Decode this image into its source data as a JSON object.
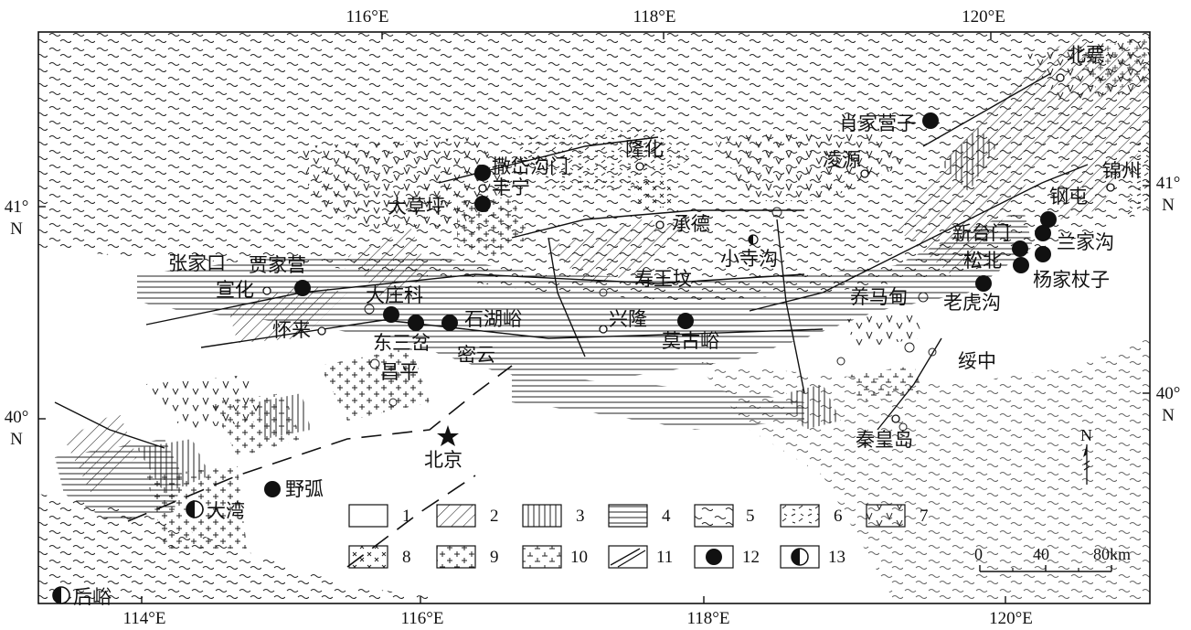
{
  "coordinates": {
    "top": [
      "116°E",
      "118°E",
      "120°E"
    ],
    "bottom": [
      "114°E",
      "116°E",
      "118°E",
      "120°E"
    ],
    "left": [
      "41°",
      "N",
      "40°",
      "N"
    ],
    "right": [
      "41°",
      "N",
      "40°",
      "N"
    ]
  },
  "places": {
    "beipiao": "北票",
    "xiaojiayingzi": "肖家营子",
    "jinzhou": "锦州",
    "gangtun": "钢屯",
    "lanjiagou": "兰家沟",
    "xintaimen": "新台门",
    "songbei": "松北",
    "yangjiazhangzi": "杨家杖子",
    "laohugou": "老虎沟",
    "yangmadian": "养马甸",
    "suizhong": "绥中",
    "qinhuangdao": "秦皇岛",
    "lingyuan": "凌源",
    "longhua": "隆化",
    "chengde": "承德",
    "xiaosigou": "小寺沟",
    "shouwangfen": "寿王坟",
    "xinglong": "兴隆",
    "mogu_yu": "莫古峪",
    "sadaigoumen": "撒岱沟门",
    "fengning": "丰宁",
    "dacaoping": "大草坪",
    "zhangjiakou": "张家口",
    "jiajiaying": "贾家营",
    "xuanhua": "宣化",
    "huailai": "怀来",
    "dazhuangke": "大庄科",
    "dongsancha": "东三岔",
    "shihuyu": "石湖峪",
    "miyun": "密云",
    "changping": "昌平",
    "beijing": "北京",
    "yehu": "野弧",
    "dawan": "大湾",
    "houyu": "后峪"
  },
  "legend": [
    "1",
    "2",
    "3",
    "4",
    "5",
    "6",
    "7",
    "8",
    "9",
    "10",
    "11",
    "12",
    "13"
  ],
  "scale_bar": {
    "ticks": [
      "0",
      "40",
      "80km"
    ]
  },
  "north_arrow": "N"
}
